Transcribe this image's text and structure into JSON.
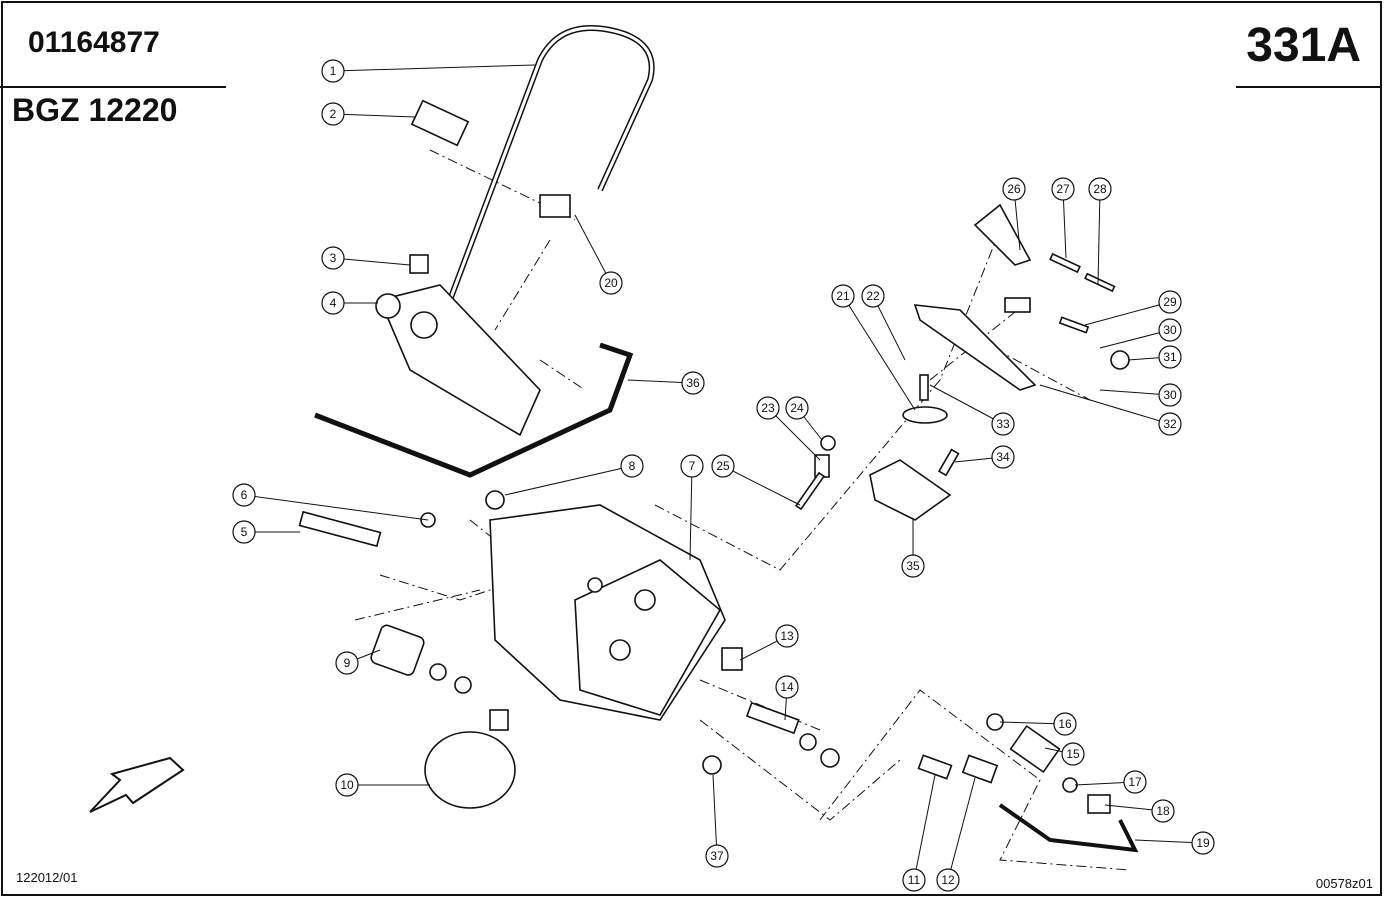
{
  "header": {
    "part_number": "01164877",
    "group_code": "BGZ 12220",
    "page_code": "331A"
  },
  "footer": {
    "document_id": "122012/01",
    "drawing_id": "00578z01"
  },
  "callouts": [
    "1",
    "2",
    "3",
    "4",
    "5",
    "6",
    "7",
    "8",
    "9",
    "10",
    "11",
    "12",
    "13",
    "14",
    "15",
    "16",
    "17",
    "18",
    "19",
    "20",
    "21",
    "22",
    "23",
    "24",
    "25",
    "26",
    "27",
    "28",
    "29",
    "30",
    "30",
    "31",
    "32",
    "33",
    "34",
    "35",
    "36",
    "37"
  ],
  "direction_arrow": "front-direction-arrow"
}
